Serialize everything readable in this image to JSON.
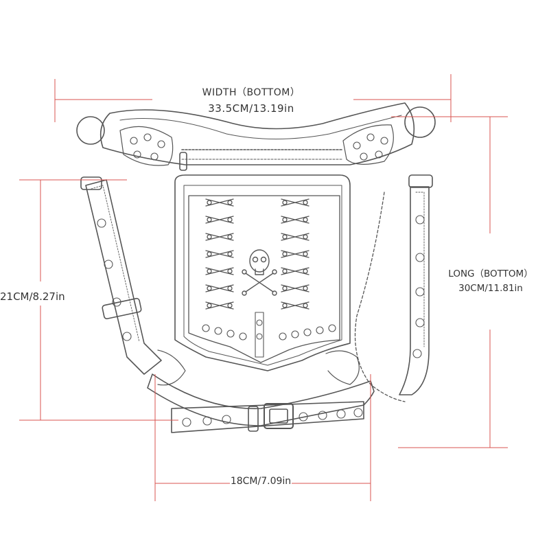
{
  "dimensions": {
    "width_bottom": {
      "title": "WIDTH（BOTTOM）",
      "value": "33.5CM/13.19in"
    },
    "height": {
      "value": "21CM/8.27in"
    },
    "long_bottom": {
      "title": "LONG（BOTTOM）",
      "value": "30CM/11.81in"
    },
    "bottom_width": {
      "value": "18CM/7.09in"
    }
  },
  "colors": {
    "dimension_line": "#d9534f",
    "sketch_stroke": "#555555",
    "label_text": "#333333",
    "background": "#ffffff"
  },
  "product": {
    "icon": "skull-crossbones-icon"
  }
}
